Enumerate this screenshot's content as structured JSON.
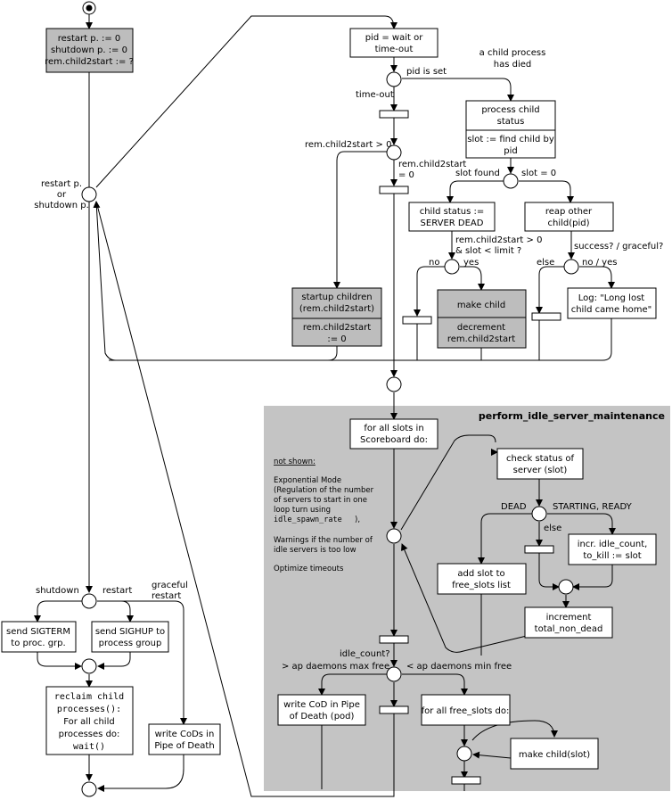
{
  "region": {
    "title": "perform_idle_server_maintenance",
    "fill": "#c4c4c4"
  },
  "colors": {
    "line": "#000000",
    "gray_box": "#bdbdbd",
    "white_box": "#ffffff"
  },
  "nodes": {
    "init": [
      "restart p. := 0",
      "shutdown p. := 0",
      "rem.child2start := ?"
    ],
    "wait": [
      "pid = wait or",
      "time-out"
    ],
    "process_child_top": [
      "process child",
      "status"
    ],
    "process_child_bottom": [
      "slot := find child by",
      "pid"
    ],
    "child_status": [
      "child status :=",
      "SERVER DEAD"
    ],
    "reap_other": [
      "reap other",
      "child(pid)"
    ],
    "startup_top": [
      "startup children",
      "(rem.child2start)"
    ],
    "startup_bottom": [
      "rem.child2start",
      ":= 0"
    ],
    "make_child_top": [
      "make child"
    ],
    "make_child_bottom": [
      "decrement",
      "rem.child2start"
    ],
    "log": [
      "Log: \"Long lost",
      "child came home\""
    ],
    "for_all_slots": [
      "for all slots in",
      "Scoreboard do:"
    ],
    "check_status": [
      "check status of",
      "server (slot)"
    ],
    "incr_idle": [
      "incr. idle_count,",
      "to_kill := slot"
    ],
    "add_slot": [
      "add slot to",
      "free_slots list"
    ],
    "increment_total": [
      "increment",
      "total_non_dead"
    ],
    "write_cod_pod": [
      "write CoD in Pipe",
      "of Death (pod)"
    ],
    "for_all_free": [
      "for all free_slots do:"
    ],
    "make_child_slot": [
      "make child(slot)"
    ],
    "send_sigterm": [
      "send SIGTERM",
      "to proc. grp."
    ],
    "send_sighup": [
      "send SIGHUP to",
      "process group"
    ],
    "reclaim": [
      "reclaim child",
      "processes():",
      "For all child",
      "processes do:",
      "wait()"
    ],
    "write_cods": [
      "write CoDs in",
      "Pipe of Death"
    ]
  },
  "labels": {
    "child_died": [
      "a child process",
      "has died"
    ],
    "pid_is_set": "pid is set",
    "time_out": "time-out",
    "rem_gt0": "rem.child2start > 0",
    "rem_eq0": [
      "rem.child2start",
      "= 0"
    ],
    "restart_or_shutdown": [
      "restart p.",
      "or",
      "shutdown p."
    ],
    "slot_found": "slot found",
    "slot_eq0": "slot = 0",
    "rem_cond": [
      "rem.child2start > 0",
      "& slot < limit ?"
    ],
    "no1": "no",
    "yes1": "yes",
    "success": "success? / graceful?",
    "else1": "else",
    "no_yes": "no / yes",
    "not_shown_title": "not shown:",
    "not_shown": [
      "Exponential Mode",
      "(Regulation of the number",
      "of servers to start in one",
      "loop turn using"
    ],
    "spawn_rate": "idle_spawn_rate",
    "spawn_rate_suffix": "),",
    "warnings": [
      "Warnings if the number of",
      "idle servers is too low"
    ],
    "optimize": "Optimize timeouts",
    "dead": "DEAD",
    "starting_ready": "STARTING, READY",
    "else2": "else",
    "idle_count": "idle_count?",
    "gt_max": "> ap daemons max free",
    "lt_min": "< ap daemons min free",
    "shutdown": "shutdown",
    "restart": "restart",
    "graceful": [
      "graceful",
      "restart"
    ]
  }
}
